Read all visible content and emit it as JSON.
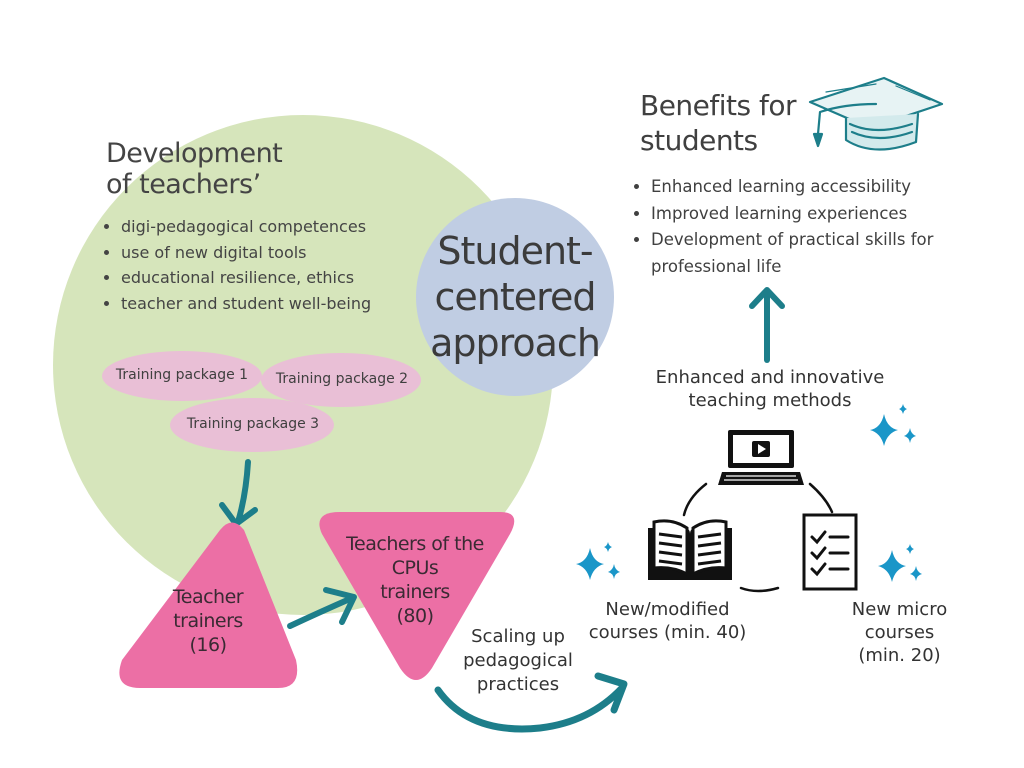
{
  "development": {
    "title_line1": "Development",
    "title_line2": "of teachers’",
    "items": [
      "digi-pedagogical competences",
      "use of new digital tools",
      "educational resilience, ethics",
      "teacher and student well-being"
    ]
  },
  "center": {
    "line1": "Student-",
    "line2": "centered",
    "line3": "approach"
  },
  "packages": [
    "Training package 1",
    "Training package 2",
    "Training package 3"
  ],
  "teacher_trainers": {
    "line1": "Teacher",
    "line2": "trainers",
    "line3": "(16)"
  },
  "cpu_trainers": {
    "line1": "Teachers of the",
    "line2": "CPUs",
    "line3": "trainers",
    "line4": "(80)"
  },
  "scaling": {
    "line1": "Scaling up",
    "line2": "pedagogical",
    "line3": "practices"
  },
  "benefits": {
    "title_line1": "Benefits for",
    "title_line2": "students",
    "items": [
      "Enhanced learning accessibility",
      "Improved learning experiences",
      "Development of practical skills for professional life"
    ]
  },
  "methods": {
    "line1": "Enhanced and innovative",
    "line2": "teaching methods"
  },
  "modified_courses": {
    "line1": "New/modified",
    "line2": "courses (min. 40)"
  },
  "micro_courses": {
    "line1": "New micro",
    "line2": "courses",
    "line3": "(min. 20)"
  },
  "icons": [
    "laptop-icon",
    "book-icon",
    "checklist-icon",
    "graduation-cap-icon",
    "sparkle-icon",
    "arrow-icon"
  ],
  "colors": {
    "green_circle": "#d6e5bb",
    "blue_circle": "#c0cde3",
    "pink_oval": "#e9bfd6",
    "pink_triangle": "#ec6fa5",
    "teal_arrow": "#1d7e8a",
    "sparkle": "#1a96c8"
  }
}
